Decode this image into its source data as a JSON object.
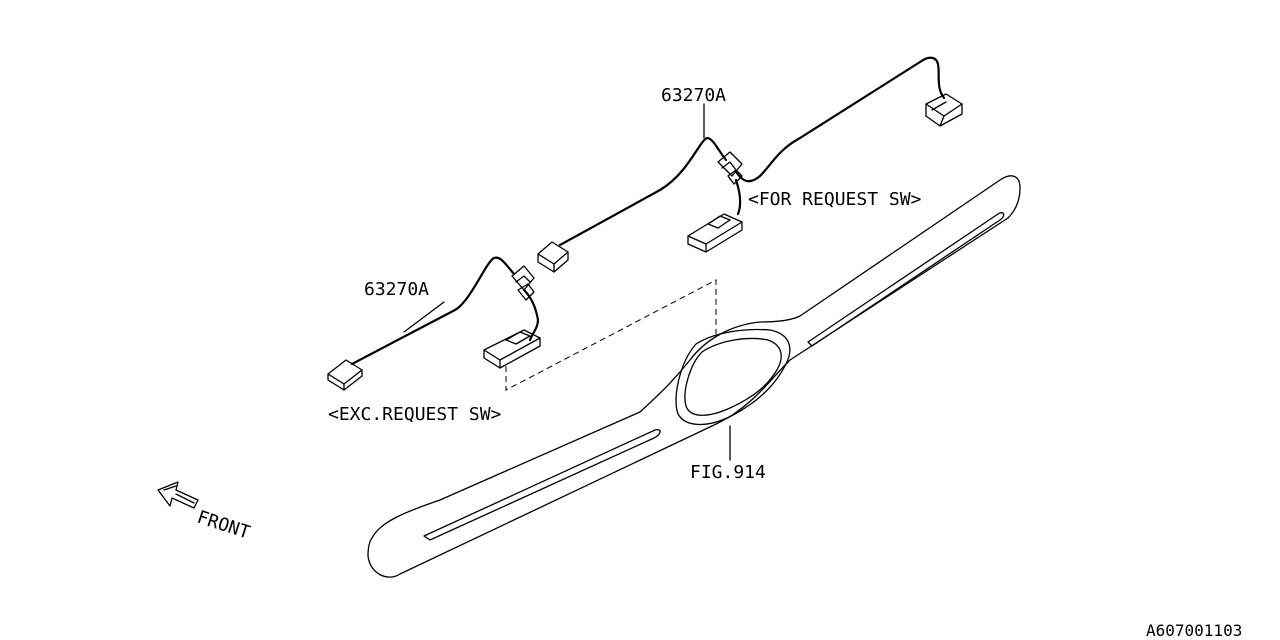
{
  "labels": {
    "part_upper": "63270A",
    "part_lower": "63270A",
    "for_request": "<FOR REQUEST SW>",
    "exc_request": "<EXC.REQUEST SW>",
    "fig": "FIG.914",
    "front": "FRONT",
    "diagram_code": "A607001103"
  },
  "icons": {
    "front_arrow": "front-arrow-icon"
  },
  "colors": {
    "ink": "#000000",
    "background": "#ffffff"
  }
}
